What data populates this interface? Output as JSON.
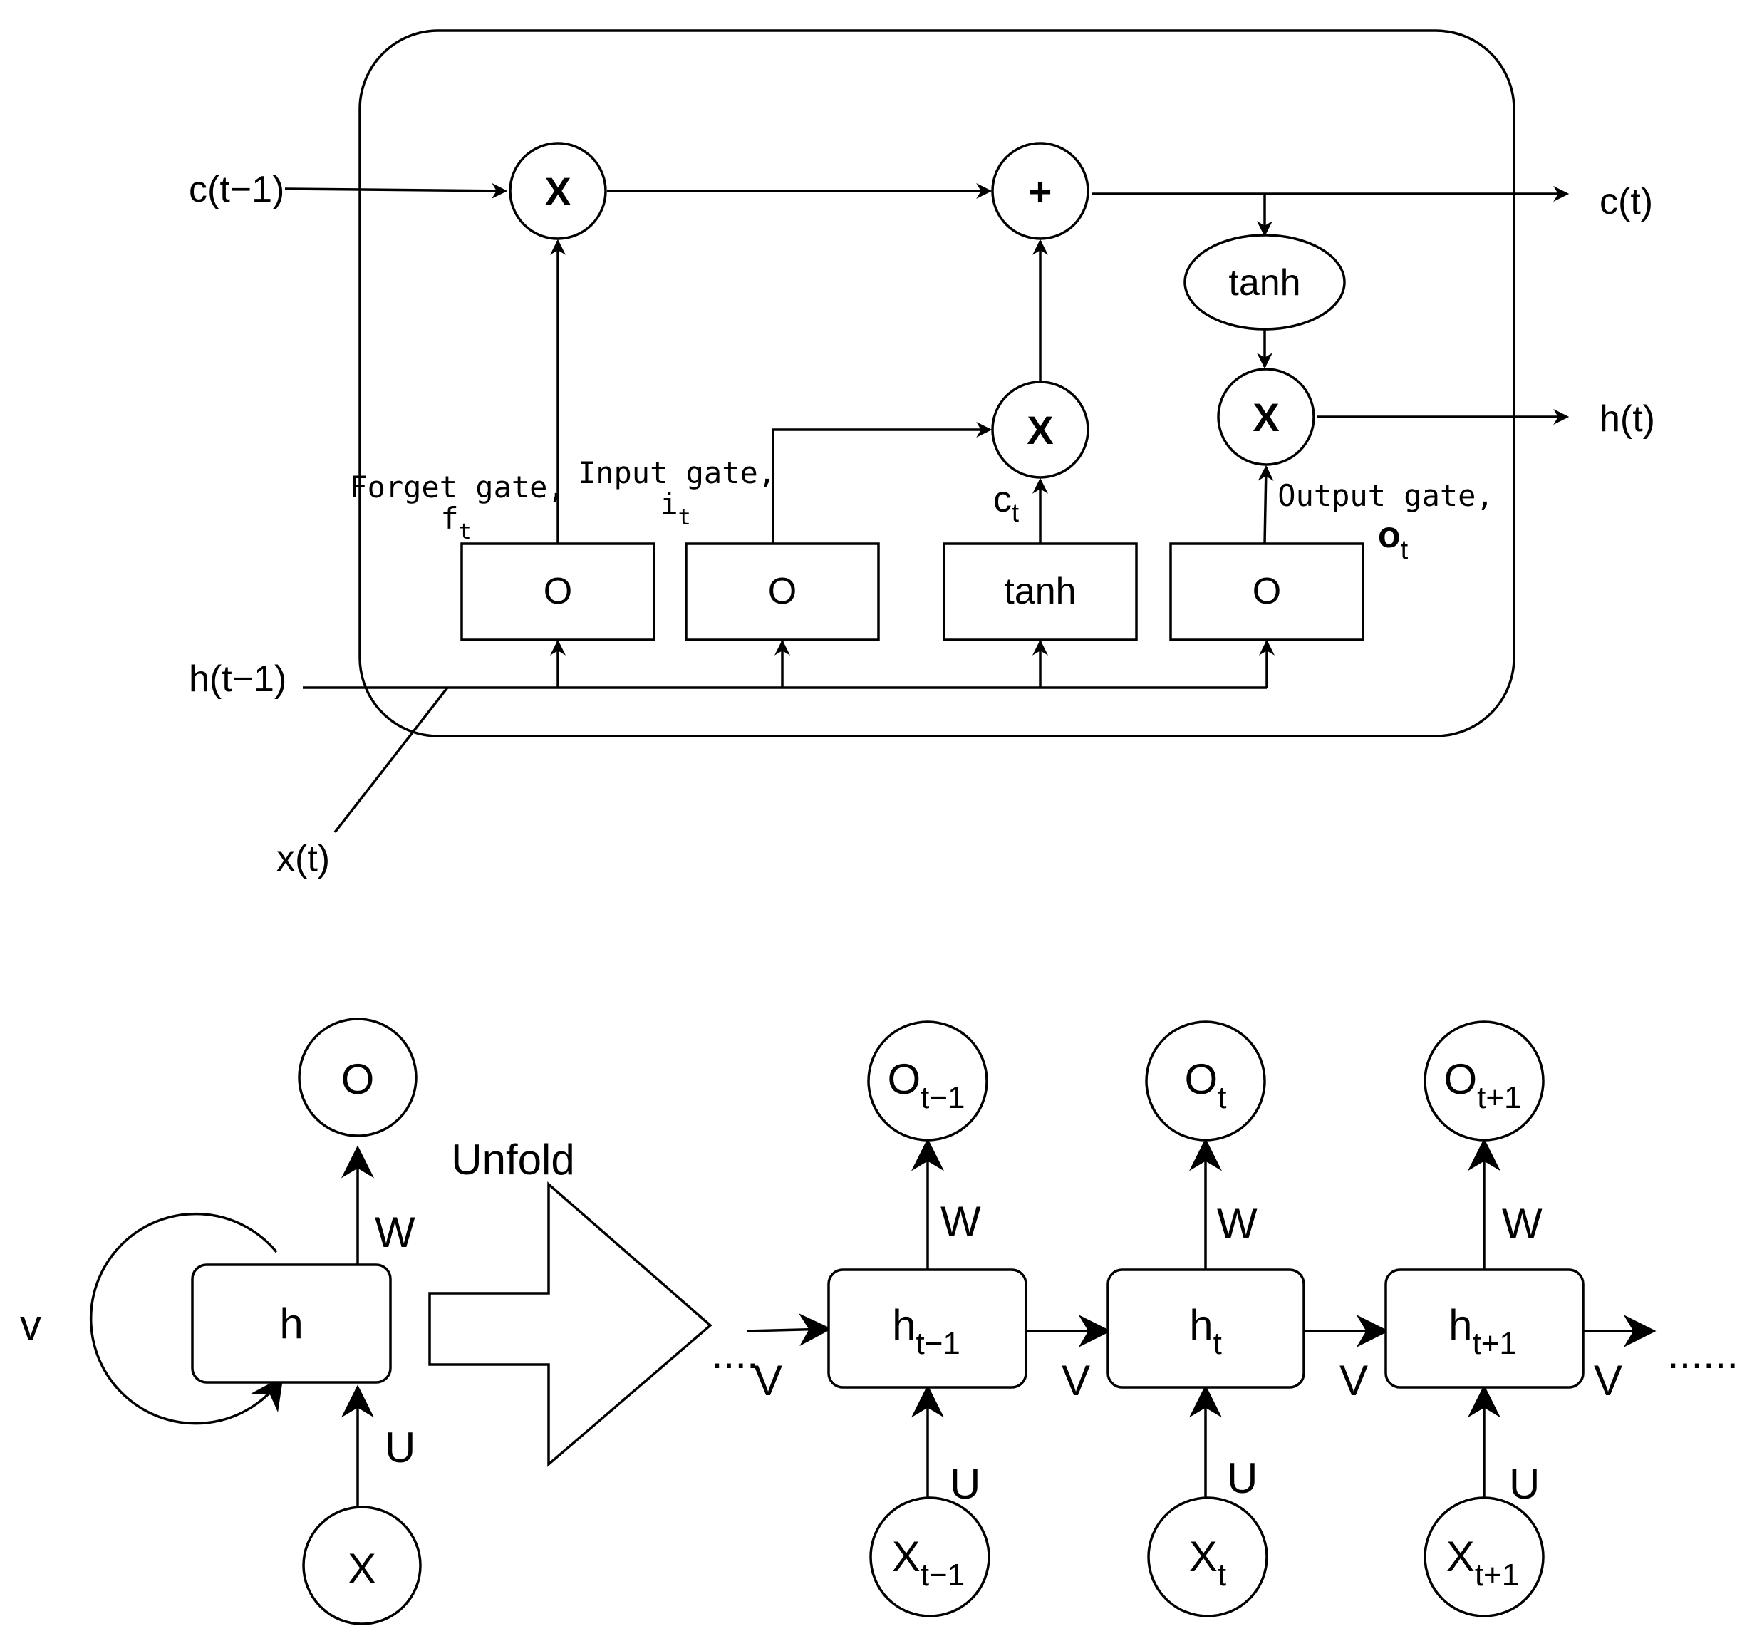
{
  "lstm": {
    "inputs": {
      "c_prev": "c(t−1)",
      "h_prev": "h(t−1)",
      "x": "x(t)"
    },
    "outputs": {
      "c": "c(t)",
      "h": "h(t)"
    },
    "ops": {
      "forget_mult": "X",
      "add": "+",
      "input_mult": "X",
      "output_mult": "X"
    },
    "tanh_cell": "tanh",
    "gates": {
      "forget": {
        "box": "O",
        "label": "Forget gate,",
        "sym": "f",
        "sub": "t"
      },
      "input": {
        "box": "O",
        "label": "Input gate,",
        "sym": "i",
        "sub": "t"
      },
      "candidate": {
        "box": "tanh",
        "sym": "c",
        "sub": "t"
      },
      "output": {
        "box": "O",
        "label": "Output gate,",
        "sym": "o",
        "sub": "t"
      }
    }
  },
  "rnn": {
    "folded": {
      "output": "O",
      "hidden": "h",
      "input": "X",
      "w": "W",
      "u": "U",
      "v": "v"
    },
    "unfold_label": "Unfold",
    "steps": [
      {
        "o": "O",
        "o_sub": "t−1",
        "h": "h",
        "h_sub": "t−1",
        "x": "X",
        "x_sub": "t−1",
        "w": "W",
        "u": "U"
      },
      {
        "o": "O",
        "o_sub": "t",
        "h": "h",
        "h_sub": "t",
        "x": "X",
        "x_sub": "t",
        "w": "W",
        "u": "U"
      },
      {
        "o": "O",
        "o_sub": "t+1",
        "h": "h",
        "h_sub": "t+1",
        "x": "X",
        "x_sub": "t+1",
        "w": "W",
        "u": "U"
      }
    ],
    "v_labels": [
      "V",
      "V",
      "V",
      "V"
    ],
    "ellipsis_left": "....",
    "ellipsis_right": "......"
  }
}
